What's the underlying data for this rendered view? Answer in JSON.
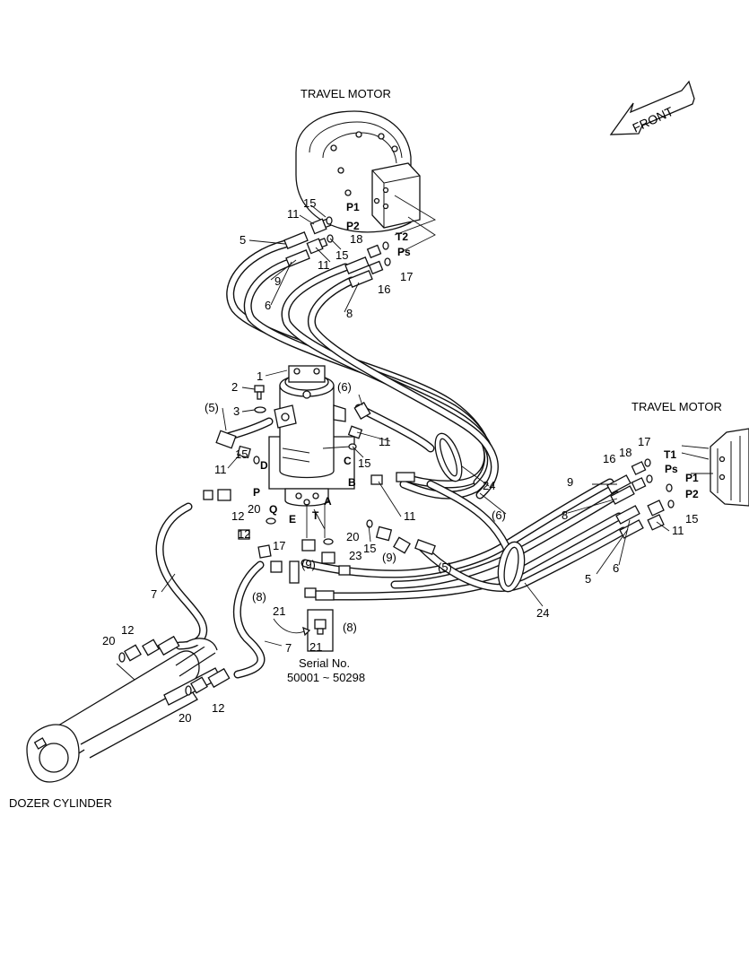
{
  "titles": {
    "travel_motor_top": "TRAVEL MOTOR",
    "travel_motor_right": "TRAVEL MOTOR",
    "dozer_cylinder": "DOZER CYLINDER",
    "front_arrow": "FRONT"
  },
  "serial": {
    "line1": "Serial No.",
    "line2": "50001 ~ 50298"
  },
  "ports": {
    "p1_top": "P1",
    "p2_top": "P2",
    "t2": "T2",
    "ps_top": "Ps",
    "t1": "T1",
    "ps_right": "Ps",
    "p1_right": "P1",
    "p2_right": "P2",
    "a": "A",
    "b": "B",
    "c": "C",
    "d": "D",
    "e": "E",
    "p": "P",
    "q": "Q",
    "t": "T"
  },
  "parts": {
    "n1": "1",
    "n2": "2",
    "n3": "3",
    "n5_top": "5",
    "n5_paren_left": "(5)",
    "n5_paren_mid": "(5)",
    "n5_right": "5",
    "n6_top": "6",
    "n6_paren_top": "(6)",
    "n6_paren_mid": "(6)",
    "n6_right": "6",
    "n7_left": "7",
    "n7_mid": "7",
    "n8_top": "8",
    "n8_right": "8",
    "n8_paren_a": "(8)",
    "n8_paren_b": "(8)",
    "n9_top": "9",
    "n9_right": "9",
    "n9_paren_a": "(9)",
    "n9_paren_b": "(9)",
    "n11_a": "11",
    "n11_b": "11",
    "n11_c": "11",
    "n11_d": "11",
    "n11_e": "11",
    "n11_f": "11",
    "n12_a": "12",
    "n12_b": "12",
    "n12_c": "12",
    "n12_d": "12",
    "n15_a": "15",
    "n15_b": "15",
    "n15_c": "15",
    "n15_d": "15",
    "n15_e": "15",
    "n15_f": "15",
    "n16_top": "16",
    "n16_right": "16",
    "n17_top": "17",
    "n17_right": "17",
    "n17_mid": "17",
    "n18_top": "18",
    "n18_right": "18",
    "n20_a": "20",
    "n20_b": "20",
    "n20_c": "20",
    "n20_d": "20",
    "n21_a": "21",
    "n21_b": "21",
    "n23": "23",
    "n24_a": "24",
    "n24_b": "24"
  }
}
